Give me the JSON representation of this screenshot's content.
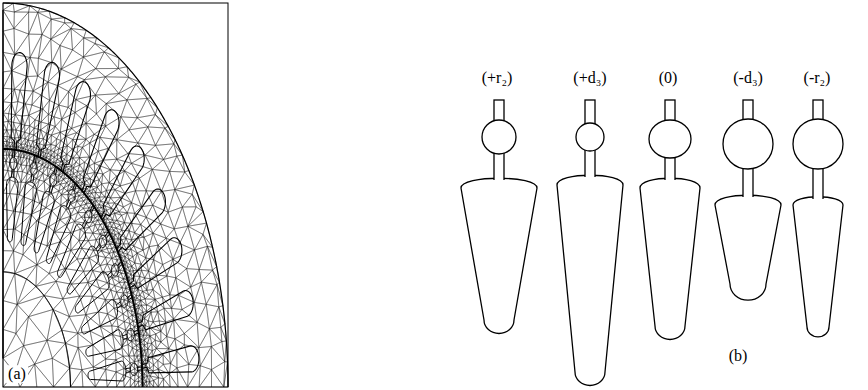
{
  "diagram": {
    "labels": [
      "(a)",
      "(+r₂)",
      "(+d₃)",
      "(0)",
      "(-d₃)",
      "(-r₂)",
      "(b)"
    ]
  }
}
